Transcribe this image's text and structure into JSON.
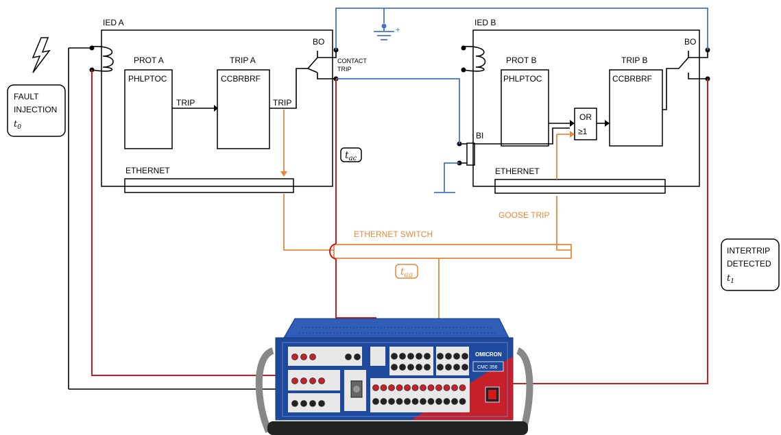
{
  "ied_a": {
    "title": "IED A",
    "prot_label": "PROT A",
    "prot_block": "PHLPTOC",
    "trip_label": "TRIP A",
    "trip_block": "CCBRBRF",
    "arrow_trip_1": "TRIP",
    "arrow_trip_2": "TRIP",
    "bo": "BO",
    "ethernet": "ETHERNET"
  },
  "ied_b": {
    "title": "IED B",
    "prot_label": "PROT B",
    "prot_block": "PHLPTOC",
    "trip_label": "TRIP B",
    "trip_block": "CCBRBRF",
    "or_label": "OR",
    "or_sub": "≥1",
    "bo": "BO",
    "bi": "BI",
    "ethernet": "ETHERNET"
  },
  "contact_trip": [
    "CONTACT",
    "TRIP"
  ],
  "plus_sign": "+",
  "goose_trip": "GOOSE TRIP",
  "ethernet_switch": "ETHERNET SWITCH",
  "t_ac": {
    "base": "t",
    "sub": "ac"
  },
  "t_ag": {
    "base": "t",
    "sub": "ag"
  },
  "fault_box": {
    "line1": "FAULT",
    "line2": "INJECTION",
    "t_base": "t",
    "t_sub": "0"
  },
  "intertrip_box": {
    "line1": "INTERTRIP",
    "line2": "DETECTED",
    "t_base": "t",
    "t_sub": "1"
  },
  "test_set": {
    "brand": "OMICRON",
    "model": "CMC 356"
  },
  "icons": [
    "lightning-icon",
    "ground-icon",
    "coil-icon",
    "switch-icon"
  ],
  "colors": {
    "contact_wire": "#4472c4",
    "current_wire": "#d11919",
    "goose_wire": "#e8873a",
    "device_blue": "#1f4a9c",
    "device_red": "#c8202a"
  }
}
